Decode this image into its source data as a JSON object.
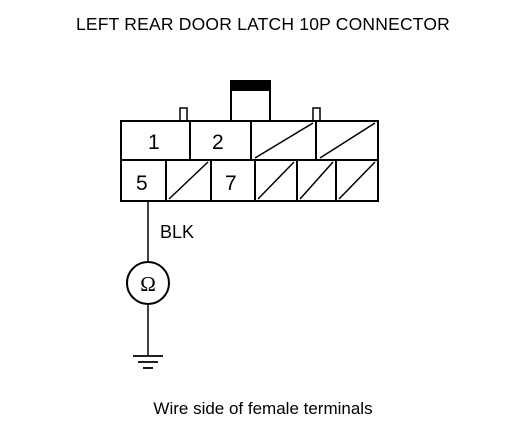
{
  "title": "LEFT REAR DOOR LATCH 10P CONNECTOR",
  "caption": "Wire side of female terminals",
  "connector": {
    "row1": [
      "1",
      "2"
    ],
    "row2": [
      "5",
      "7"
    ]
  },
  "wire_color": "BLK",
  "meter_symbol": "Ω",
  "icons": [
    "ohmmeter-icon",
    "ground-icon"
  ]
}
